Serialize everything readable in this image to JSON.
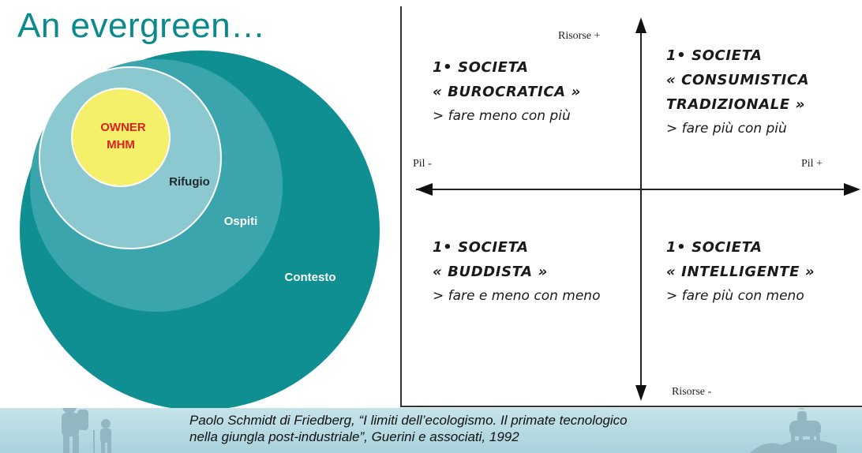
{
  "title": "An evergreen…",
  "venn": {
    "labels": [
      "OWNER",
      "MHM",
      "Rifugio",
      "Ospiti",
      "Contesto"
    ],
    "colors": {
      "contesto": "#0f8f92",
      "ospiti": "#3aa5ac",
      "rifugio": "#8cc8cf",
      "owner_fill": "#f4f06a",
      "owner_text": "#e02020"
    }
  },
  "matrix": {
    "axes": {
      "y_top": "Risorse +",
      "y_bottom": "Risorse -",
      "x_left": "Pil -",
      "x_right": "Pil +"
    },
    "quadrants": [
      {
        "id": "top-left",
        "heading1": "1• SOCIETA",
        "heading2": "« BUROCRATICA »",
        "desc": "> fare meno con più"
      },
      {
        "id": "top-right",
        "heading1": "1• SOCIETA",
        "heading2": "« CONSUMISTICA",
        "heading3": "TRADIZIONALE »",
        "desc": "> fare più con più"
      },
      {
        "id": "bottom-left",
        "heading1": "1• SOCIETA",
        "heading2": "« BUDDISTA »",
        "desc": "> fare e meno con meno"
      },
      {
        "id": "bottom-right",
        "heading1": "1• SOCIETA",
        "heading2": "« INTELLIGENTE »",
        "desc": "> fare più con meno"
      }
    ]
  },
  "citation": {
    "line1": "Paolo Schmidt di Friedberg, “I limiti dell’ecologismo. Il primate tecnologico",
    "line2": "nella giungla post-industriale”, Guerini e associati, 1992"
  },
  "decorations": {
    "left": "hiker-icon",
    "right": "ibex-icon"
  }
}
